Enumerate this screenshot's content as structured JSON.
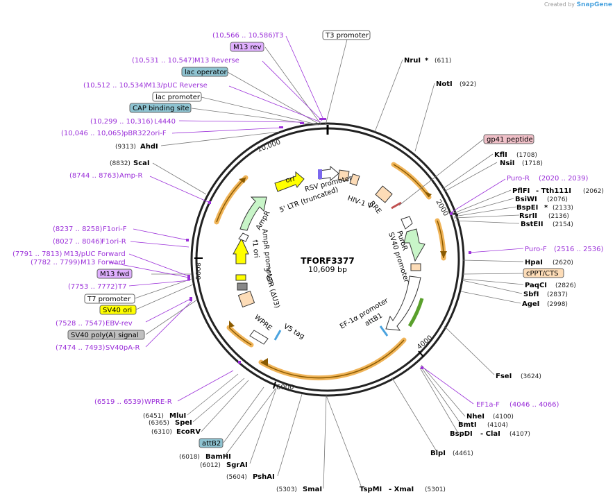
{
  "plasmid": {
    "name": "TFORF3377",
    "size": "10,609 bp"
  },
  "watermark": {
    "prefix": "Created by",
    "brand": "SnapGene"
  },
  "ticks": [
    "10,000",
    "2000",
    "4000",
    "6000",
    "8000"
  ],
  "colors": {
    "primer": "#9b30d9",
    "orange": "#f0b458",
    "yellow": "#ffff00",
    "green": "#c8f5c8"
  },
  "labels": [
    {
      "id": "t3",
      "pos": "(10,566 .. 10,586)",
      "text": "T3",
      "style": "primer"
    },
    {
      "id": "t3p",
      "text": "T3 promoter",
      "style": "box-white"
    },
    {
      "id": "m13rev",
      "text": "M13 rev",
      "style": "box-purple"
    },
    {
      "id": "m13reverse",
      "pos": "(10,531 .. 10,547)",
      "text": "M13 Reverse",
      "style": "primer"
    },
    {
      "id": "lacop",
      "text": "lac operator",
      "style": "box-teal"
    },
    {
      "id": "m13puc",
      "pos": "(10,512 .. 10,534)",
      "text": "M13/pUC Reverse",
      "style": "primer"
    },
    {
      "id": "lacp",
      "text": "lac promoter",
      "style": "box-white"
    },
    {
      "id": "cap",
      "text": "CAP binding site",
      "style": "box-teal"
    },
    {
      "id": "l4440",
      "pos": "(10,299 .. 10,316)",
      "text": "L4440",
      "style": "primer"
    },
    {
      "id": "pbr",
      "pos": "(10,046 .. 10,065)",
      "text": "pBR322ori-F",
      "style": "primer"
    },
    {
      "id": "ahdi",
      "pos": "(9313)",
      "text": "AhdI",
      "style": "enzyme"
    },
    {
      "id": "scai",
      "pos": "(8832)",
      "text": "ScaI",
      "style": "enzyme"
    },
    {
      "id": "ampr",
      "pos": "(8744 .. 8763)",
      "text": "Amp-R",
      "style": "primer"
    },
    {
      "id": "f1orif",
      "pos": "(8237 .. 8258)",
      "text": "F1ori-F",
      "style": "primer"
    },
    {
      "id": "f1orir",
      "pos": "(8027 .. 8046)",
      "text": "F1ori-R",
      "style": "primer"
    },
    {
      "id": "m13pucf",
      "pos": "(7791 .. 7813)",
      "text": "M13/pUC Forward",
      "style": "primer"
    },
    {
      "id": "m13f",
      "pos": "(7782 .. 7799)",
      "text": "M13 Forward",
      "style": "primer"
    },
    {
      "id": "m13fwd",
      "text": "M13 fwd",
      "style": "box-purple"
    },
    {
      "id": "t7",
      "pos": "(7753 .. 7772)",
      "text": "T7",
      "style": "primer"
    },
    {
      "id": "t7p",
      "text": "T7 promoter",
      "style": "box-white"
    },
    {
      "id": "sv40ori",
      "text": "SV40 ori",
      "style": "box-yellow"
    },
    {
      "id": "ebvrev",
      "pos": "(7528 .. 7547)",
      "text": "EBV-rev",
      "style": "primer"
    },
    {
      "id": "sv40pa",
      "text": "SV40 poly(A) signal",
      "style": "box-grey"
    },
    {
      "id": "sv40par",
      "pos": "(7474 .. 7493)",
      "text": "SV40pA-R",
      "style": "primer"
    },
    {
      "id": "wprer",
      "pos": "(6519 .. 6539)",
      "text": "WPRE-R",
      "style": "primer"
    },
    {
      "id": "mlui",
      "pos": "(6451)",
      "text": "MluI",
      "style": "enzyme"
    },
    {
      "id": "spei",
      "pos": "(6365)",
      "text": "SpeI",
      "style": "enzyme"
    },
    {
      "id": "ecorv",
      "pos": "(6310)",
      "text": "EcoRV",
      "style": "enzyme"
    },
    {
      "id": "attb2",
      "text": "attB2",
      "style": "box-teal"
    },
    {
      "id": "bamhi",
      "pos": "(6018)",
      "text": "BamHI",
      "style": "enzyme"
    },
    {
      "id": "sgrai",
      "pos": "(6012)",
      "text": "SgrAI",
      "style": "enzyme"
    },
    {
      "id": "pshai",
      "pos": "(5604)",
      "text": "PshAI",
      "style": "enzyme"
    },
    {
      "id": "smai",
      "pos": "(5303)",
      "text": "SmaI",
      "style": "enzyme"
    },
    {
      "id": "tspmi",
      "text": "TspMI",
      "style": "enzyme"
    },
    {
      "id": "xmai",
      "text": "- XmaI",
      "pos2": "(5301)",
      "style": "enzyme-r"
    },
    {
      "id": "blpi",
      "text": "BlpI",
      "pos2": "(4461)",
      "style": "enzyme-r"
    },
    {
      "id": "bspdi",
      "text": "BspDI",
      "style": "enzyme"
    },
    {
      "id": "clai",
      "text": "- ClaI",
      "pos2": "(4107)",
      "style": "enzyme-r"
    },
    {
      "id": "bmti",
      "text": "BmtI",
      "pos2": "(4104)",
      "style": "enzyme-r"
    },
    {
      "id": "nhei",
      "text": "NheI",
      "pos2": "(4100)",
      "style": "enzyme-r"
    },
    {
      "id": "ef1af",
      "text": "EF1a-F",
      "pos2": "(4046 .. 4066)",
      "style": "primer-r"
    },
    {
      "id": "fsei",
      "text": "FseI",
      "pos2": "(3624)",
      "style": "enzyme-r"
    },
    {
      "id": "agei",
      "text": "AgeI",
      "pos2": "(2998)",
      "style": "enzyme-r"
    },
    {
      "id": "sbfi",
      "text": "SbfI",
      "pos2": "(2837)",
      "style": "enzyme-r"
    },
    {
      "id": "paqci",
      "text": "PaqCI",
      "pos2": "(2826)",
      "style": "enzyme-r"
    },
    {
      "id": "cppt",
      "text": "cPPT/CTS",
      "style": "box-orange"
    },
    {
      "id": "hpai",
      "text": "HpaI",
      "pos2": "(2620)",
      "style": "enzyme-r"
    },
    {
      "id": "purof",
      "text": "Puro-F",
      "pos2": "(2516 .. 2536)",
      "style": "primer-r"
    },
    {
      "id": "bsteii",
      "text": "BstEII",
      "pos2": "(2154)",
      "style": "enzyme-r"
    },
    {
      "id": "rsrii",
      "text": "RsrII",
      "pos2": "(2136)",
      "style": "enzyme-r"
    },
    {
      "id": "bspei",
      "text": "BspEI",
      "star": "*",
      "pos2": "(2133)",
      "style": "enzyme-r"
    },
    {
      "id": "bsiwi",
      "text": "BsiWI",
      "pos2": "(2076)",
      "style": "enzyme-r"
    },
    {
      "id": "pflfi",
      "text": "PflFI",
      "style": "enzyme"
    },
    {
      "id": "tth",
      "text": "- Tth111I",
      "pos2": "(2062)",
      "style": "enzyme-r"
    },
    {
      "id": "puror",
      "text": "Puro-R",
      "pos2": "(2020 .. 2039)",
      "style": "primer-r"
    },
    {
      "id": "nsii",
      "text": "NsiI",
      "pos2": "(1718)",
      "style": "enzyme-r"
    },
    {
      "id": "kfli",
      "text": "KflI",
      "pos2": "(1708)",
      "style": "enzyme-r"
    },
    {
      "id": "gp41",
      "text": "gp41 peptide",
      "style": "box-pink"
    },
    {
      "id": "noti",
      "text": "NotI",
      "pos2": "(922)",
      "style": "enzyme-r"
    },
    {
      "id": "nrui",
      "text": "NruI",
      "star": "*",
      "pos2": "(611)",
      "style": "enzyme-r"
    }
  ],
  "features": [
    {
      "id": "rsv",
      "text": "RSV promoter"
    },
    {
      "id": "ltr5",
      "text": "5' LTR (truncated)"
    },
    {
      "id": "hiv",
      "text": "HIV-1 Ψ"
    },
    {
      "id": "rre",
      "text": "RRE"
    },
    {
      "id": "sv40p",
      "text": "SV40 promoter"
    },
    {
      "id": "puro",
      "text": "PuroR"
    },
    {
      "id": "ef1a",
      "text": "EF-1α promoter"
    },
    {
      "id": "attb1",
      "text": "attB1"
    },
    {
      "id": "v5",
      "text": "V5 tag"
    },
    {
      "id": "wpre",
      "text": "WPRE"
    },
    {
      "id": "ltr3",
      "text": "3' LTR (ΔU3)"
    },
    {
      "id": "f1",
      "text": "f1 ori"
    },
    {
      "id": "amppro",
      "text": "AmpR promoter"
    },
    {
      "id": "ampr",
      "text": "AmpR"
    },
    {
      "id": "ori",
      "text": "ori"
    }
  ]
}
